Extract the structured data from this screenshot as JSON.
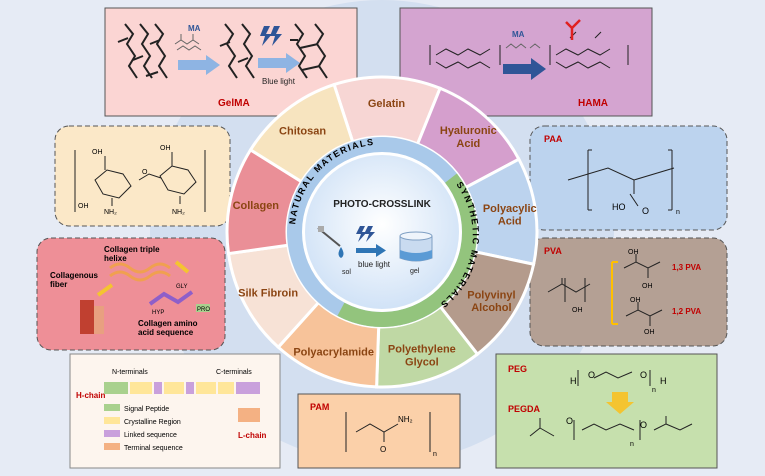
{
  "center": {
    "title": "PHOTO-CROSSLINK",
    "blue_light": "blue light",
    "sol": "sol",
    "gel": "gel"
  },
  "ring": {
    "natural": "NATURAL MATERIALS",
    "synthetic": "SYNTHETIC MATERIALS"
  },
  "segments": [
    {
      "label": "Gelatin",
      "color": "#f7d6d4"
    },
    {
      "label": "Hyaluronic|Acid",
      "color": "#d59fcd"
    },
    {
      "label": "Polyacylic|Acid",
      "color": "#bcd3ee"
    },
    {
      "label": "Polyvinyl|Alcohol",
      "color": "#b49b8c"
    },
    {
      "label": "Polyethylene|Glycol",
      "color": "#bfd8a4"
    },
    {
      "label": "Polyacrylamide",
      "color": "#f7c39a"
    },
    {
      "label": "Silk Fibroin",
      "color": "#f7e2d6"
    },
    {
      "label": "Collagen",
      "color": "#ea8f97"
    },
    {
      "label": "Chitosan",
      "color": "#f7e4bf"
    }
  ],
  "gelma": {
    "title": "GelMA",
    "ma": "MA",
    "blue_light": "Blue light"
  },
  "hama": {
    "ha": "HA",
    "hama": "HAMA",
    "ma": "MA"
  },
  "paa": {
    "title": "PAA",
    "ho": "HO",
    "o": "O",
    "n": "n"
  },
  "pva": {
    "title": "PVA",
    "oh": "OH",
    "pva13": "1,3 PVA",
    "pva12": "1,2 PVA"
  },
  "peg": {
    "title": "PEG",
    "pegda": "PEGDA",
    "h": "H",
    "o": "O",
    "n": "n"
  },
  "pam": {
    "title": "PAM",
    "nh2": "NH₂",
    "o": "O",
    "n": "n"
  },
  "chitosan": {
    "oh": "OH",
    "nh2": "NH₂",
    "o": "O"
  },
  "collagen": {
    "triple": "Collagen triple|helixe",
    "fiber": "Collagenous|fiber",
    "gly": "GLY",
    "hyp": "HYP",
    "pro": "PRO",
    "amino": "Collagen amino|acid sequence"
  },
  "chains": {
    "n_terminals": "N-terminals",
    "c_terminals": "C-terminals",
    "h_chain": "H-chain",
    "l_chain": "L-chain",
    "legend": [
      {
        "label": "Signal Peptide",
        "color": "#a9d18e"
      },
      {
        "label": "Crystalline Region",
        "color": "#ffe699"
      },
      {
        "label": "Linked sequence",
        "color": "#c9a0dc"
      },
      {
        "label": "Terminal sequence",
        "color": "#f4b183"
      }
    ]
  }
}
